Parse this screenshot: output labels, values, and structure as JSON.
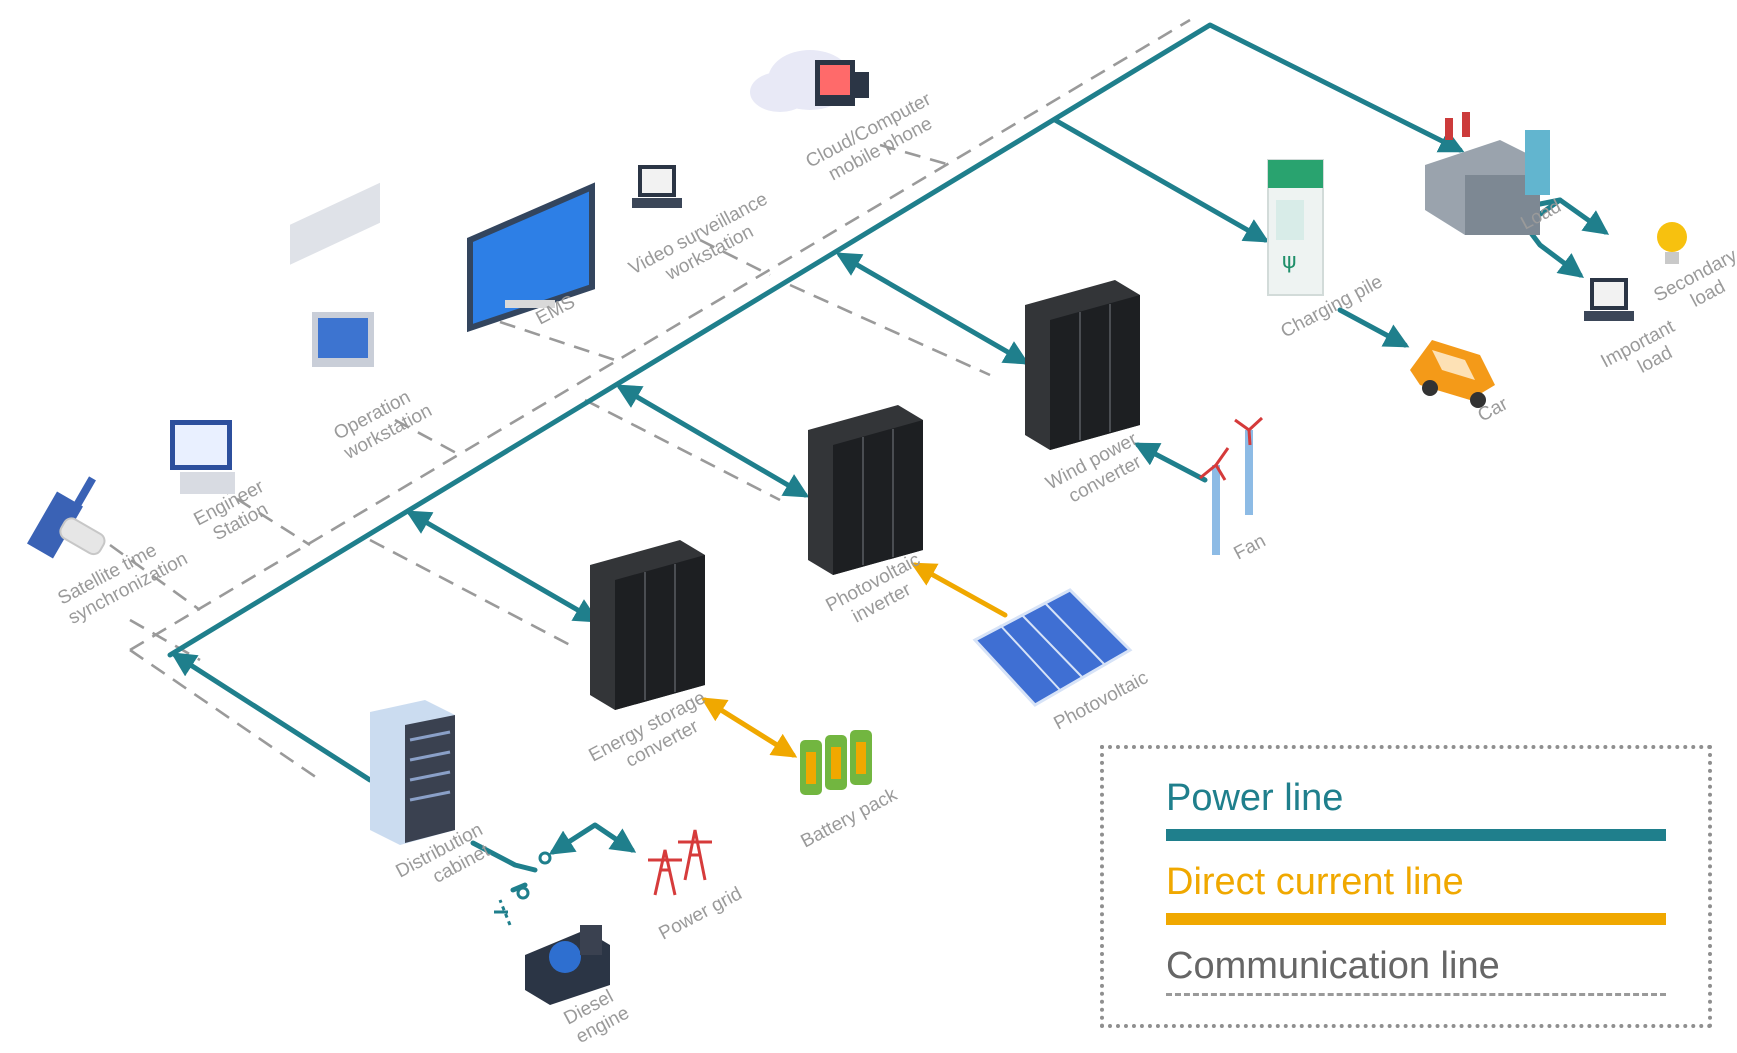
{
  "labels": {
    "satellite": [
      "Satellite time",
      "synchronization"
    ],
    "engineer": [
      "Engineer",
      "Station"
    ],
    "operation": [
      "Operation",
      "workstation"
    ],
    "ems": [
      "EMS"
    ],
    "video": [
      "Video surveillance",
      "workstation"
    ],
    "cloud": [
      "Cloud/Computer",
      "mobile phone"
    ],
    "charging": [
      "Charging pile"
    ],
    "load": [
      "Load"
    ],
    "secondary": [
      "Secondary",
      "load"
    ],
    "important": [
      "Important",
      "load"
    ],
    "car": [
      "Car"
    ],
    "wind_conv": [
      "Wind power",
      "converter"
    ],
    "fan": [
      "Fan"
    ],
    "pv_inv": [
      "Photovoltaic",
      "inverter"
    ],
    "pv": [
      "Photovoltaic"
    ],
    "es_conv": [
      "Energy storage",
      "converter"
    ],
    "battery": [
      "Battery pack"
    ],
    "distribution": [
      "Distribution",
      "cabinet"
    ],
    "grid": [
      "Power grid"
    ],
    "diesel": [
      "Diesel",
      "engine"
    ]
  },
  "legend": {
    "power": "Power line",
    "dc": "Direct current line",
    "comm": "Communication line"
  },
  "colors": {
    "power": "#1f7f8c",
    "dc": "#f0a800",
    "comm": "#9a9a9a"
  }
}
